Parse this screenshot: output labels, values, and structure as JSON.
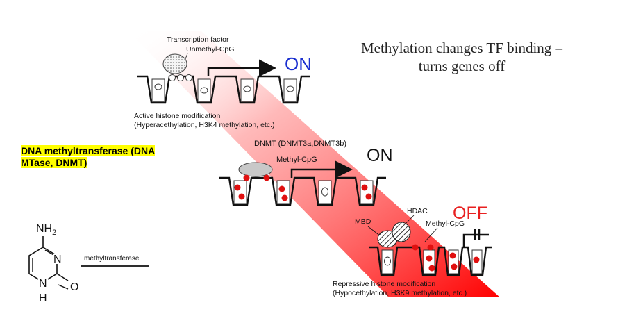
{
  "title": {
    "line1": "Methylation changes TF binding –",
    "line2": "turns genes off"
  },
  "side_label": {
    "line1": "DNA methyltransferase (DNA",
    "line2": "MTase, DNMT)"
  },
  "stage1": {
    "tf_label": "Transcription factor",
    "unmethyl_label": "Unmethyl-CpG",
    "state": "ON",
    "caption1": "Active histone modification",
    "caption2": "(Hyperacethylation, H3K4 methylation, etc.)"
  },
  "stage2": {
    "dnmt_label": "DNMT (DNMT3a,DNMT3b)",
    "methyl_label": "Methyl-CpG",
    "state": "ON"
  },
  "stage3": {
    "mbd_label": "MBD",
    "hdac_label": "HDAC",
    "methyl_label": "Methyl-CpG",
    "state": "OFF",
    "caption1": "Repressive histone modification",
    "caption2": "(Hypocethylation, H3K9 methylation, etc.)"
  },
  "molecule": {
    "nh2": "NH",
    "nh2_sub": "2",
    "n3": "N",
    "n1": "N",
    "h": "H",
    "o": "O",
    "arrow_label": "methyltransferase"
  },
  "colors": {
    "wedge": "#ff2020",
    "on_blue": "#1a2fd0",
    "off_red": "#e82020",
    "methyl_red": "#e01010",
    "highlight": "#ffff00"
  }
}
